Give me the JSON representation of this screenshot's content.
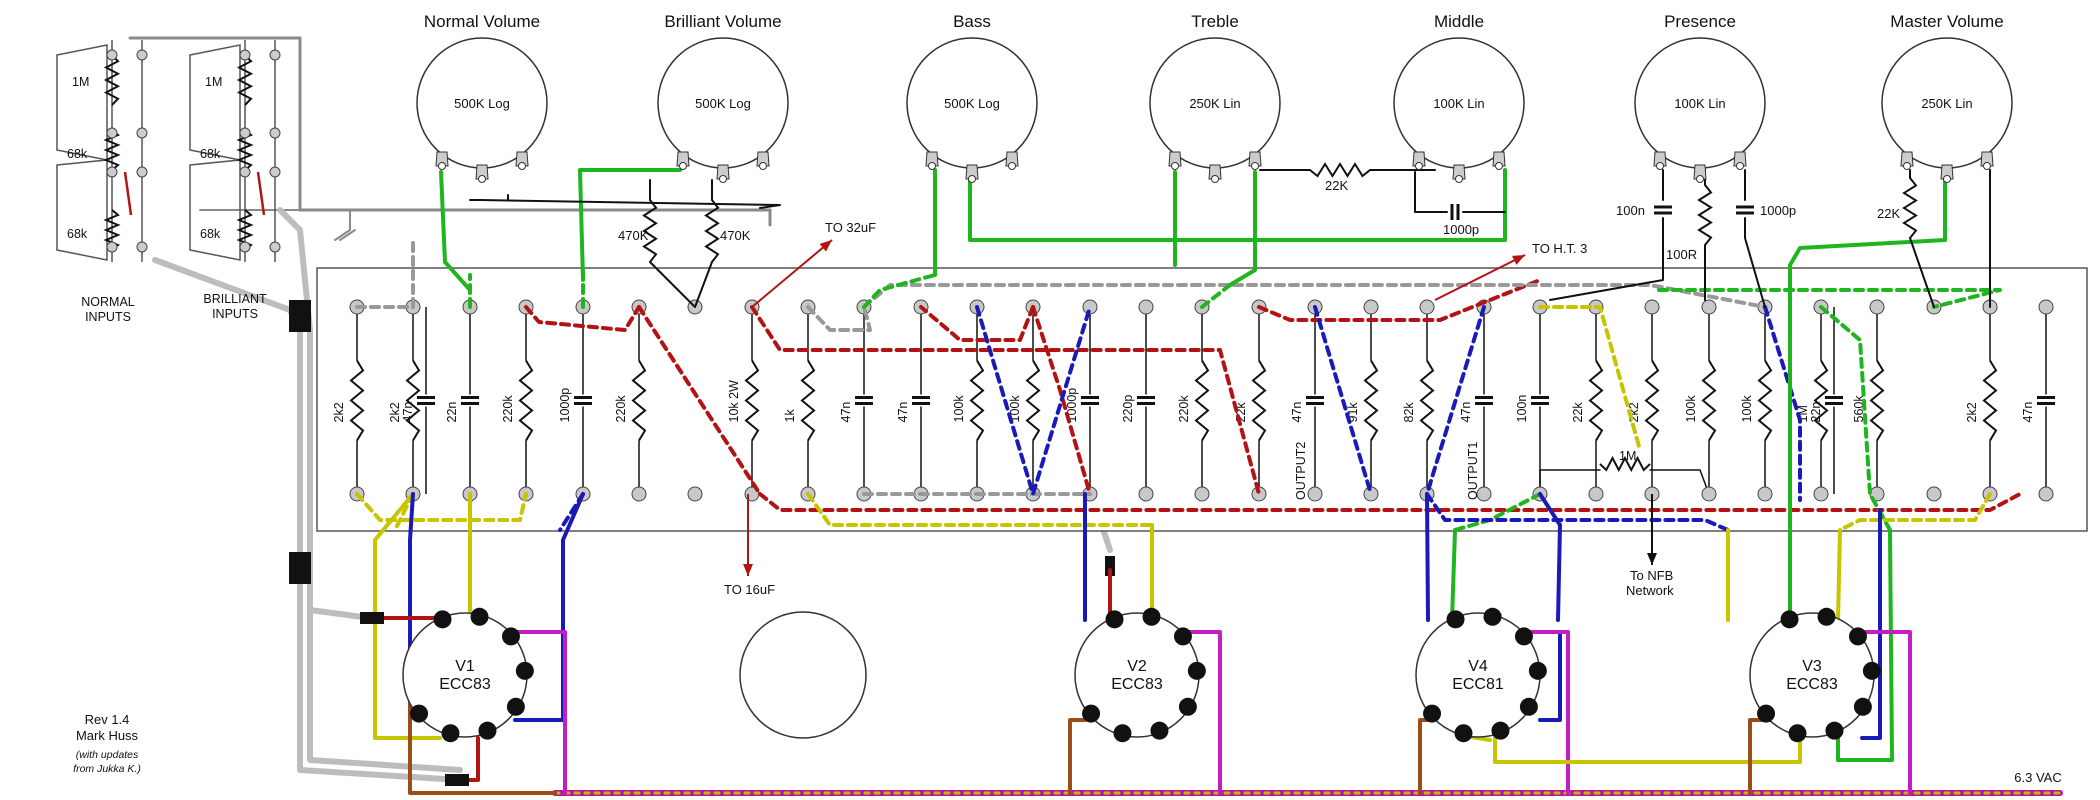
{
  "pots": [
    {
      "title": "Normal Volume",
      "value": "500K Log"
    },
    {
      "title": "Brilliant Volume",
      "value": "500K Log"
    },
    {
      "title": "Bass",
      "value": "500K Log"
    },
    {
      "title": "Treble",
      "value": "250K Lin"
    },
    {
      "title": "Middle",
      "value": "100K Lin"
    },
    {
      "title": "Presence",
      "value": "100K Lin"
    },
    {
      "title": "Master Volume",
      "value": "250K Lin"
    }
  ],
  "inputs": {
    "normal": [
      "NORMAL",
      "INPUTS"
    ],
    "brilliant": [
      "BRILLIANT",
      "INPUTS"
    ],
    "resistors": [
      "1M",
      "68k",
      "68k"
    ]
  },
  "pot_area_labels": {
    "r470_left": "470K",
    "r470_right": "470K",
    "r22k_treble_mid": "22K",
    "cap_middle": "1000p",
    "presence_cap_left": "100n",
    "presence_cap_right": "1000p",
    "presence_res": "100R",
    "master_res": "22K"
  },
  "arrows": {
    "to_32uf": "TO 32uF",
    "to_ht3": "TO H.T. 3",
    "to_16uf": "TO 16uF",
    "to_nfb": [
      "To NFB",
      "Network"
    ]
  },
  "board_components": [
    "2k2",
    "2k2",
    "47n",
    "22n",
    "220k",
    "1000p",
    "220k",
    "10k 2W",
    "1k",
    "47n",
    "47n",
    "100k",
    "100k",
    "1000p",
    "220p",
    "220k",
    "22k",
    "47n",
    "91k",
    "82k",
    "47n",
    "100n",
    "22k",
    "2k2",
    "100k",
    "100k",
    "1M",
    "22n",
    "560k",
    "2k2",
    "47n"
  ],
  "board_labels": {
    "output2": "OUTPUT2",
    "output1": "OUTPUT1",
    "r1m": "1M"
  },
  "tubes": [
    {
      "name": "V1",
      "type": "ECC83"
    },
    {
      "name": "V2",
      "type": "ECC83"
    },
    {
      "name": "V4",
      "type": "ECC81"
    },
    {
      "name": "V3",
      "type": "ECC83"
    }
  ],
  "footer": {
    "rev": "Rev 1.4",
    "author": "Mark Huss",
    "note1": "(with updates",
    "note2": "from Jukka K.)",
    "vac": "6.3 VAC"
  }
}
